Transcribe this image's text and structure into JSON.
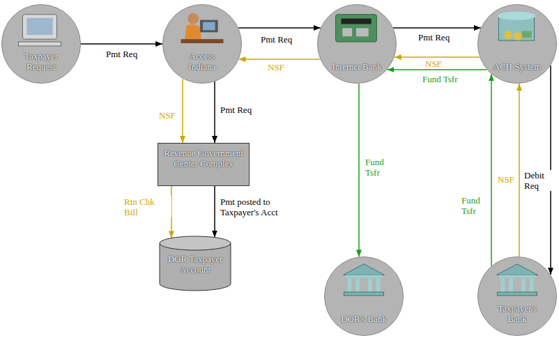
{
  "diagram": {
    "nodes": [
      {
        "text": [
          "Taxpayer Request"
        ]
      },
      {
        "text": [
          "Access Indiana"
        ]
      },
      {
        "text": [
          "Internet Bank"
        ]
      },
      {
        "text": [
          "ACH System"
        ]
      },
      {
        "text": [
          "Revenue Government Center Complex"
        ]
      },
      {
        "text": [
          "DOR Taxpayer Account"
        ]
      },
      {
        "text": [
          "DOR's Bank"
        ]
      },
      {
        "text": [
          "Taxpayer's Bank"
        ]
      }
    ],
    "edges": [
      {
        "from": 0,
        "to": 1,
        "label": "Pmt Req",
        "arrow": "to"
      },
      {
        "from": 1,
        "to": 2,
        "label": "Pmt Req",
        "arrow": "to"
      },
      {
        "from": 2,
        "to": 1,
        "label": "NSF",
        "arrow": "to"
      },
      {
        "from": 2,
        "to": 3,
        "label": "Pmt Req",
        "arrow": "to"
      },
      {
        "from": 3,
        "to": 2,
        "label": "NSF",
        "arrow": "to"
      },
      {
        "from": 3,
        "to": 2,
        "label": "Fund Tsfr",
        "arrow": "to"
      },
      {
        "from": 1,
        "to": 4,
        "label": "NSF",
        "arrow": "to"
      },
      {
        "from": 1,
        "to": 4,
        "label": "Pmt Req",
        "arrow": "to"
      },
      {
        "from": 2,
        "to": 6,
        "label": "Fund Tsfr",
        "arrow": "to"
      },
      {
        "from": 7,
        "to": 3,
        "label": "Fund Tsfr",
        "arrow": "to"
      },
      {
        "from": 7,
        "to": 3,
        "label": "NSF",
        "arrow": "to"
      },
      {
        "from": 3,
        "to": 7,
        "label": "Debit Req",
        "arrow": "to"
      },
      {
        "from": 4,
        "to": 5,
        "label": "Rtn Chk Bill",
        "arrow": "to"
      },
      {
        "from": 4,
        "to": 5,
        "label": "Pmt posted to Taxpayer's Acct",
        "arrow": "to"
      }
    ]
  }
}
